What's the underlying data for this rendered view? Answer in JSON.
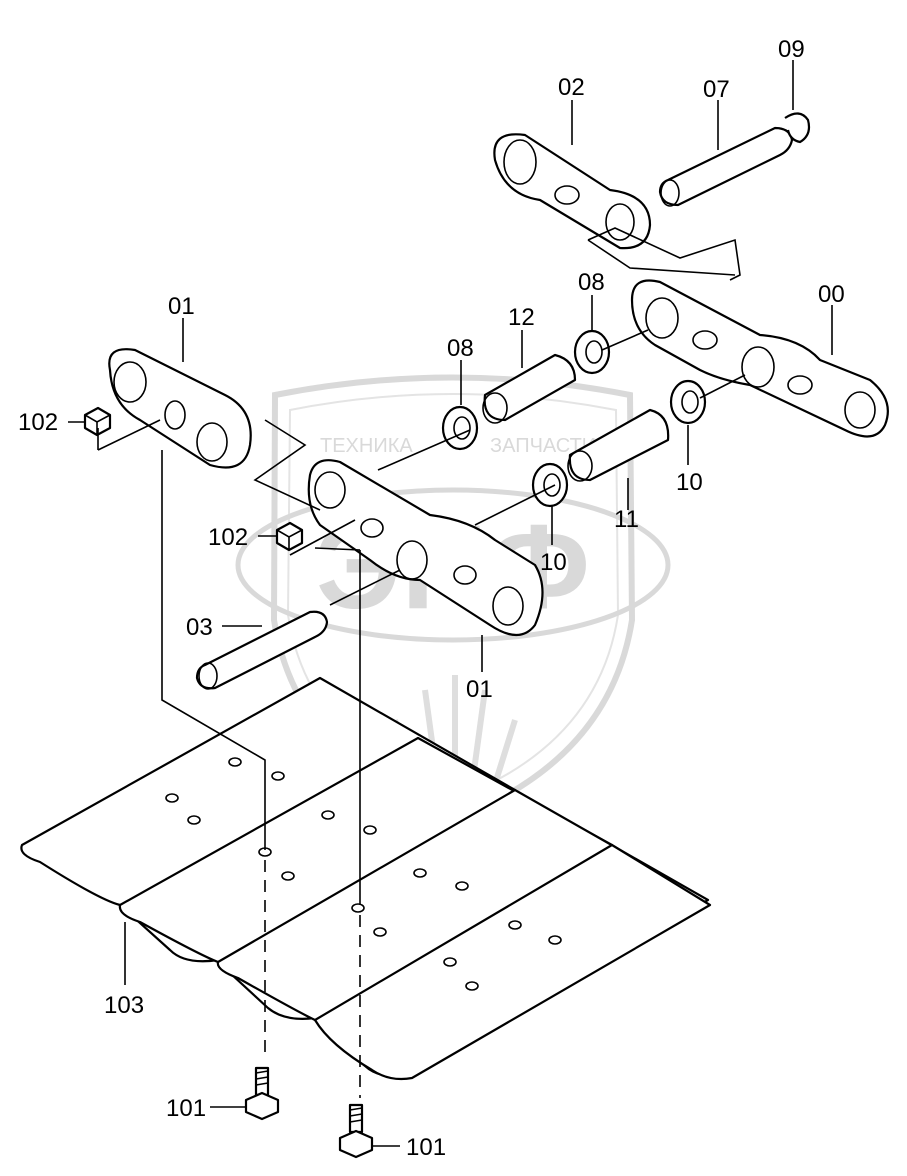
{
  "watermark": {
    "text_left": "ТЕХНИКА",
    "text_right": "ЗАПЧАСТИ",
    "logo": "ЭПФ"
  },
  "labels": [
    {
      "id": "l-09",
      "text": "09"
    },
    {
      "id": "l-02",
      "text": "02"
    },
    {
      "id": "l-07",
      "text": "07"
    },
    {
      "id": "l-00",
      "text": "00"
    },
    {
      "id": "l-01a",
      "text": "01"
    },
    {
      "id": "l-08a",
      "text": "08"
    },
    {
      "id": "l-12",
      "text": "12"
    },
    {
      "id": "l-08b",
      "text": "08"
    },
    {
      "id": "l-102a",
      "text": "102"
    },
    {
      "id": "l-102b",
      "text": "102"
    },
    {
      "id": "l-10a",
      "text": "10"
    },
    {
      "id": "l-10b",
      "text": "10"
    },
    {
      "id": "l-11",
      "text": "11"
    },
    {
      "id": "l-03",
      "text": "03"
    },
    {
      "id": "l-01b",
      "text": "01"
    },
    {
      "id": "l-103",
      "text": "103"
    },
    {
      "id": "l-101a",
      "text": "101"
    },
    {
      "id": "l-101b",
      "text": "101"
    }
  ],
  "colors": {
    "line": "#000000",
    "watermark": "#d9d9d9",
    "background": "#ffffff"
  }
}
